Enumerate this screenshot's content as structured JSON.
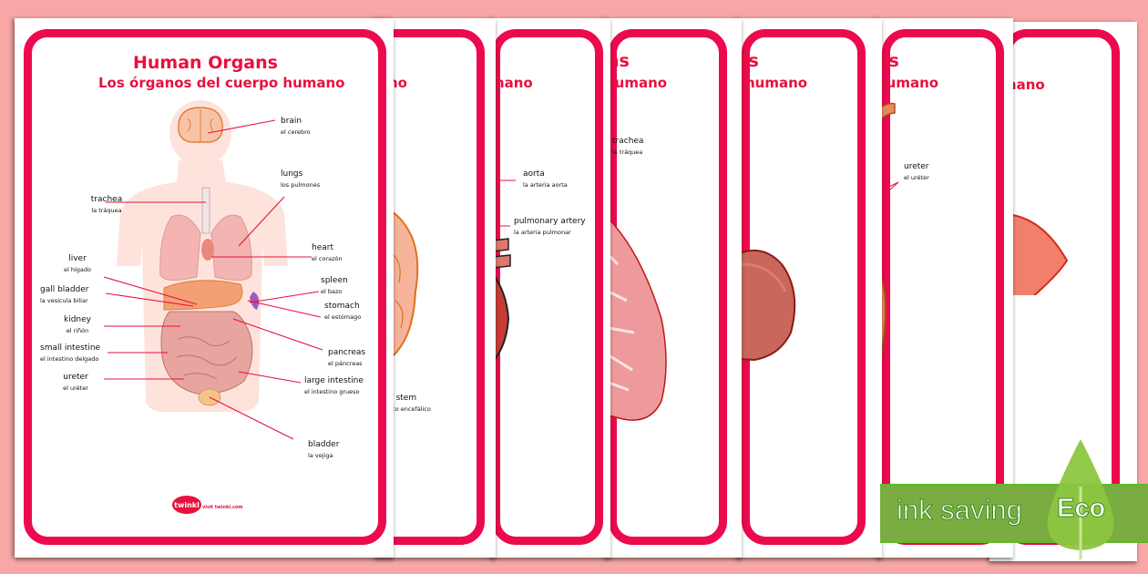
{
  "document": {
    "title": "Human Organs",
    "subtitle": "Los órganos del cuerpo humano",
    "brand": "twinkl",
    "brand_url": "visit twinkl.com",
    "accent_color": "#ec0a4e",
    "background_color": "#f9a7a6"
  },
  "front_page": {
    "labels": [
      {
        "en": "brain",
        "es": "el cerebro"
      },
      {
        "en": "lungs",
        "es": "los pulmones"
      },
      {
        "en": "trachea",
        "es": "la tráquea"
      },
      {
        "en": "heart",
        "es": "el corazón"
      },
      {
        "en": "liver",
        "es": "el hígado"
      },
      {
        "en": "spleen",
        "es": "el bazo"
      },
      {
        "en": "gall bladder",
        "es": "la vesícula biliar"
      },
      {
        "en": "stomach",
        "es": "el estómago"
      },
      {
        "en": "kidney",
        "es": "el riñón"
      },
      {
        "en": "pancreas",
        "es": "el páncreas"
      },
      {
        "en": "small intestine",
        "es": "el intestino delgado"
      },
      {
        "en": "large intestine",
        "es": "el intestino grueso"
      },
      {
        "en": "ureter",
        "es": "el uréter"
      },
      {
        "en": "bladder",
        "es": "la vejiga"
      }
    ]
  },
  "back_pages": [
    {
      "subtitle_fragment": "no",
      "labels": [
        {
          "en": "n stem",
          "es": "nco encefálico"
        }
      ]
    },
    {
      "title_fragment": "s",
      "subtitle_fragment": "mano",
      "labels": [
        {
          "en": "aorta",
          "es": "la arteria aorta"
        },
        {
          "en": "pulmonary artery",
          "es": "la arteria pulmonar"
        }
      ]
    },
    {
      "title_fragment": "ns",
      "subtitle_fragment": "humano",
      "labels": [
        {
          "en": "trachea",
          "es": "la tráquea"
        }
      ]
    },
    {
      "title_fragment": "ns",
      "subtitle_fragment": "humano",
      "labels": []
    },
    {
      "title_fragment": "ns",
      "subtitle_fragment": "humano",
      "labels": [
        {
          "en": "ureter",
          "es": "el uréter"
        }
      ]
    },
    {
      "subtitle_fragment": "mano",
      "labels": []
    }
  ],
  "eco_badge": {
    "text": "ink saving",
    "badge": "Eco",
    "color": "#7aac41"
  }
}
